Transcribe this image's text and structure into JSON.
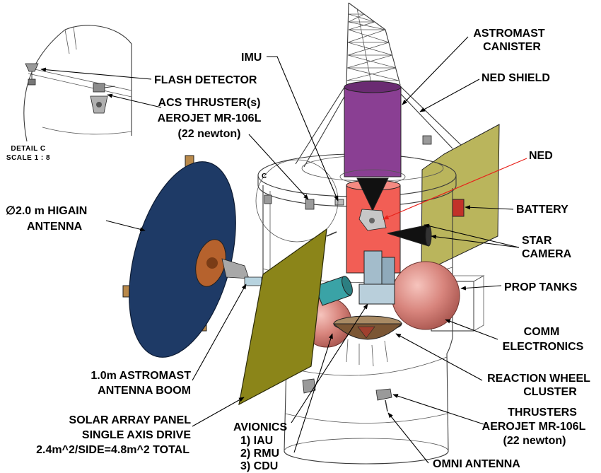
{
  "labels": {
    "flash_detector": "FLASH DETECTOR",
    "acs_thruster": [
      "ACS THRUSTER(s)",
      "AEROJET MR-106L",
      "(22 newton)"
    ],
    "detail_c": [
      "DETAIL C",
      "SCALE 1 : 8"
    ],
    "detail_callout": "C",
    "imu": "IMU",
    "astromast_canister": [
      "ASTROMAST",
      "CANISTER"
    ],
    "ned_shield": "NED SHIELD",
    "ned": "NED",
    "battery": "BATTERY",
    "star_camera": [
      "STAR",
      "CAMERA"
    ],
    "prop_tanks": "PROP TANKS",
    "comm_electronics": [
      "COMM",
      "ELECTRONICS"
    ],
    "reaction_wheel_cluster": [
      "REACTION WHEEL",
      "CLUSTER"
    ],
    "thrusters": [
      "THRUSTERS",
      "AEROJET MR-106L",
      "(22 newton)"
    ],
    "omni_antenna": "OMNI ANTENNA",
    "higain_antenna": [
      "∅2.0 m HIGAIN",
      "ANTENNA"
    ],
    "astromast_boom": [
      "1.0m ASTROMAST",
      "ANTENNA BOOM"
    ],
    "solar_array": [
      "SOLAR ARRAY PANEL",
      "SINGLE AXIS DRIVE",
      "2.4m^2/SIDE=4.8m^2 TOTAL"
    ],
    "avionics": [
      "AVIONICS",
      "1) IAU",
      "2) RMU",
      "3) CDU"
    ]
  },
  "colors": {
    "label": "#000000",
    "ned_label": "#e8211a",
    "canister": "#8a3f93",
    "canister_top": "#6a2b72",
    "ned_cylinder": "#f25e55",
    "solar_panel_front": "#8b8519",
    "solar_panel_rear": "#bab55c",
    "antenna_dish": "#1e3a66",
    "antenna_hub": "#b6622d",
    "antenna_legs": "#b9894a",
    "battery": "#c23229",
    "avionics": "#a3bccb",
    "teal_unit": "#3aa3a6",
    "reaction_wheel": "#7b5634",
    "cone": "#111111"
  }
}
